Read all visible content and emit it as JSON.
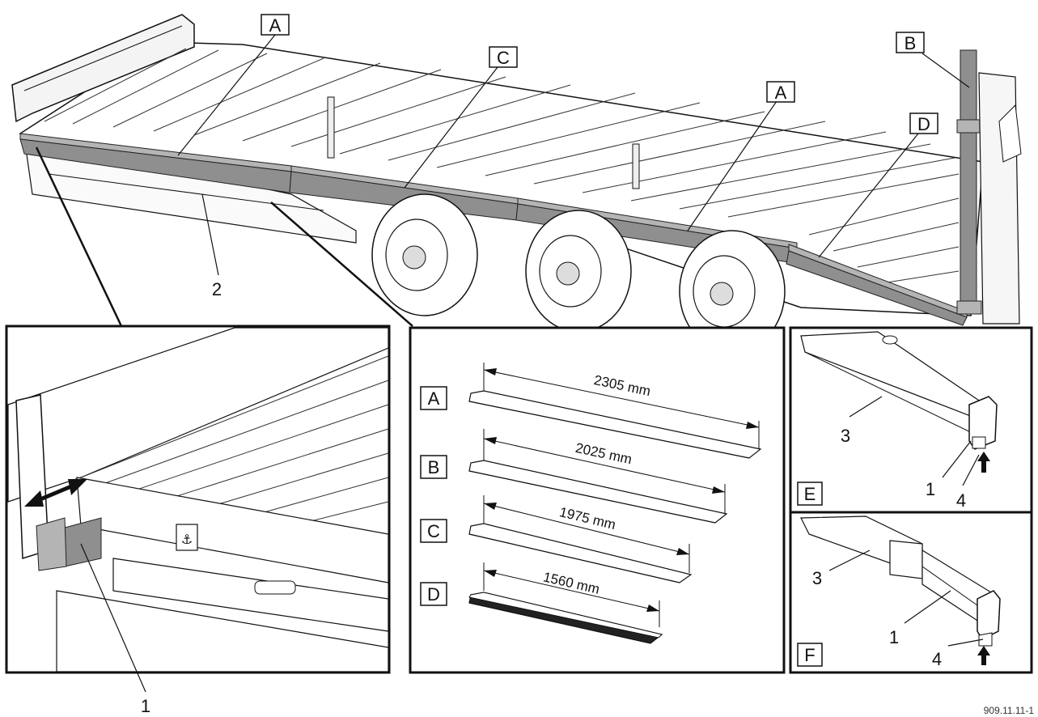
{
  "labels": {
    "beam_a_top_left": "A",
    "beam_c_top": "C",
    "beam_a_top_right": "A",
    "beam_b_top": "B",
    "beam_d_top": "D",
    "callout_2": "2",
    "callout_1_bottom": "1"
  },
  "lengths": [
    {
      "letter": "A",
      "value": "2305 mm"
    },
    {
      "letter": "B",
      "value": "2025 mm"
    },
    {
      "letter": "C",
      "value": "1975 mm"
    },
    {
      "letter": "D",
      "value": "1560 mm"
    }
  ],
  "detail_e": {
    "letter": "E",
    "callout_3": "3",
    "callout_1": "1",
    "callout_4": "4"
  },
  "detail_f": {
    "letter": "F",
    "callout_3": "3",
    "callout_1": "1",
    "callout_4": "4"
  },
  "figure_code": "909.11.11-1"
}
